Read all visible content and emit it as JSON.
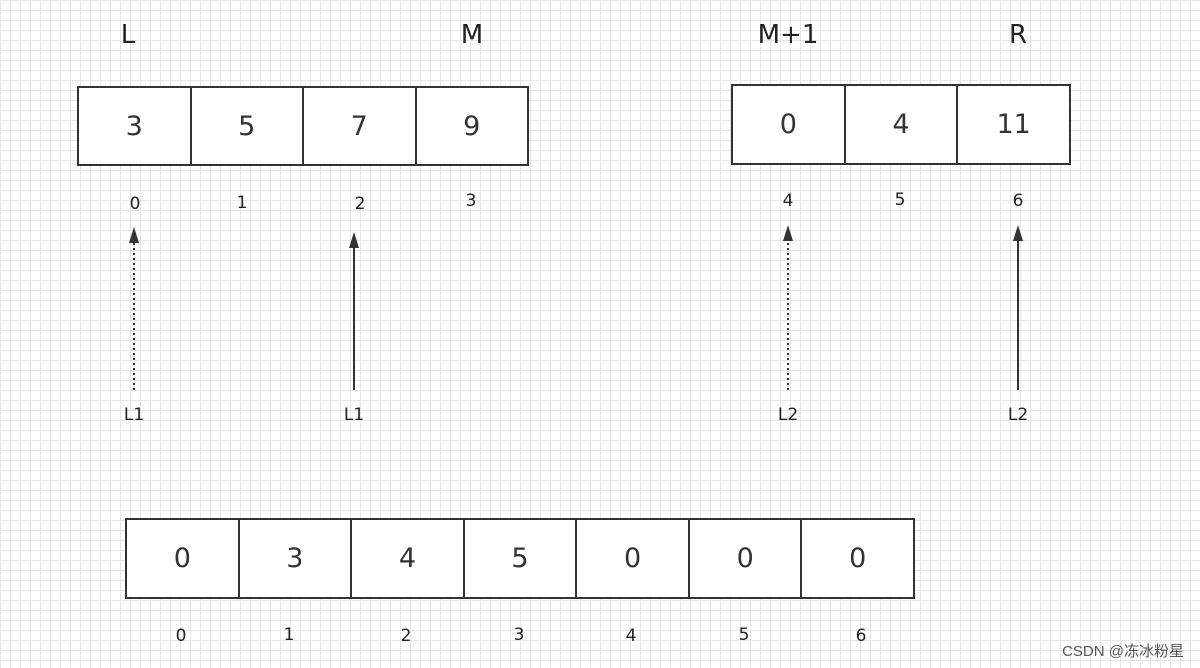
{
  "headers": {
    "L": "L",
    "M": "M",
    "M1": "M+1",
    "R": "R"
  },
  "left_array": {
    "values": [
      "3",
      "5",
      "7",
      "9"
    ],
    "indices": [
      "0",
      "1",
      "2",
      "3"
    ]
  },
  "right_array": {
    "values": [
      "0",
      "4",
      "11"
    ],
    "indices": [
      "4",
      "5",
      "6"
    ]
  },
  "merged_array": {
    "values": [
      "0",
      "3",
      "4",
      "5",
      "0",
      "0",
      "0"
    ],
    "indices": [
      "0",
      "1",
      "2",
      "3",
      "4",
      "5",
      "6"
    ]
  },
  "pointers": {
    "l1_prev": {
      "label": "L1",
      "style": "dotted"
    },
    "l1_cur": {
      "label": "L1",
      "style": "solid"
    },
    "l2_prev": {
      "label": "L2",
      "style": "dotted"
    },
    "l2_cur": {
      "label": "L2",
      "style": "solid"
    }
  },
  "watermark": "CSDN @冻冰粉星",
  "colors": {
    "stroke": "#333333",
    "grid": "#e6e6e6",
    "background": "#ffffff"
  }
}
